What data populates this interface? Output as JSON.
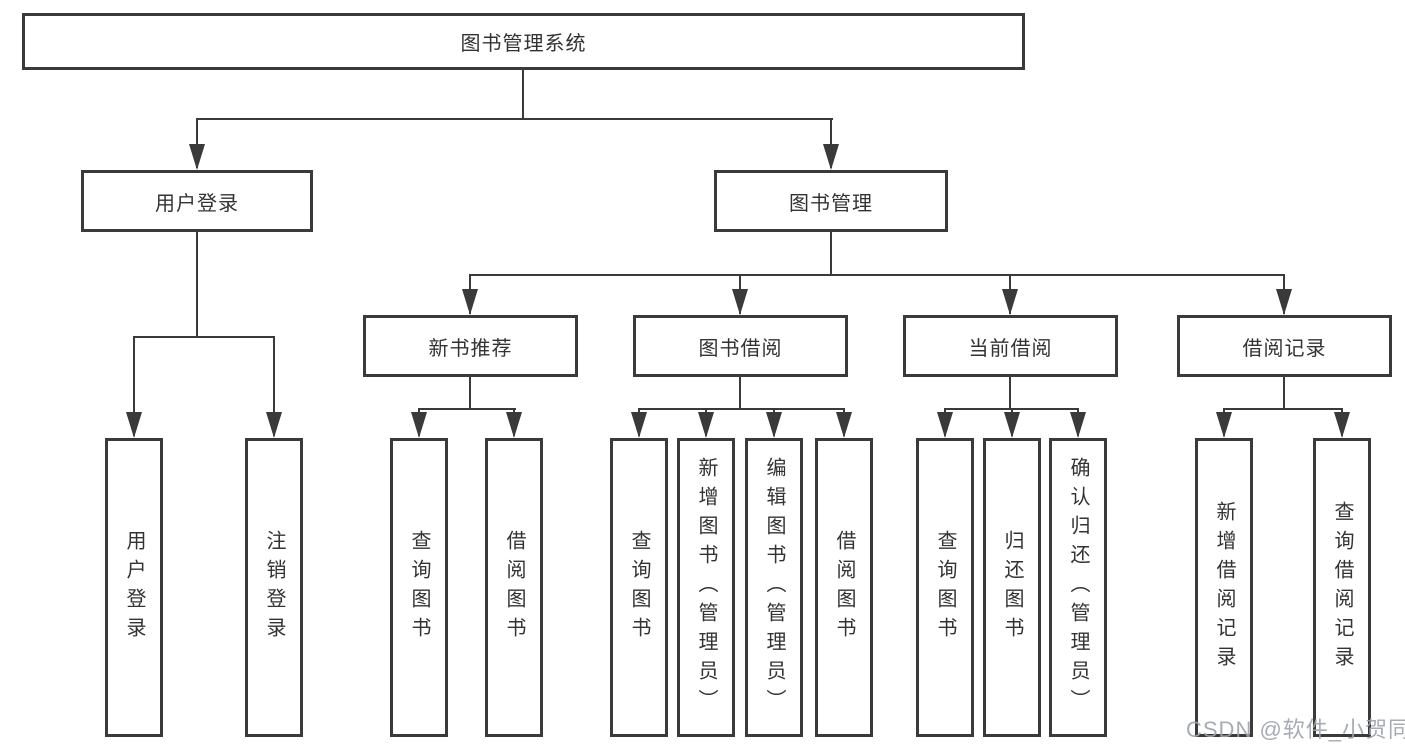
{
  "diagram_type": "hierarchy-tree",
  "style": {
    "line_color": "#3a3a3a",
    "text_color": "#333333",
    "watermark_color": "#9ea2ab",
    "background": "#ffffff"
  },
  "tree": {
    "label": "图书管理系统",
    "children": [
      {
        "label": "用户登录",
        "children": [
          {
            "label": "用户登录"
          },
          {
            "label": "注销登录"
          }
        ]
      },
      {
        "label": "图书管理",
        "children": [
          {
            "label": "新书推荐",
            "children": [
              {
                "label": "查询图书"
              },
              {
                "label": "借阅图书"
              }
            ]
          },
          {
            "label": "图书借阅",
            "children": [
              {
                "label": "查询图书"
              },
              {
                "label": "新增图书（管理员）"
              },
              {
                "label": "编辑图书（管理员）"
              },
              {
                "label": "借阅图书"
              }
            ]
          },
          {
            "label": "当前借阅",
            "children": [
              {
                "label": "查询图书"
              },
              {
                "label": "归还图书"
              },
              {
                "label": "确认归还（管理员）"
              }
            ]
          },
          {
            "label": "借阅记录",
            "children": [
              {
                "label": "新增借阅记录"
              },
              {
                "label": "查询借阅记录"
              }
            ]
          }
        ]
      }
    ]
  },
  "watermark": {
    "text": "CSDN @软件_小贺同学"
  }
}
